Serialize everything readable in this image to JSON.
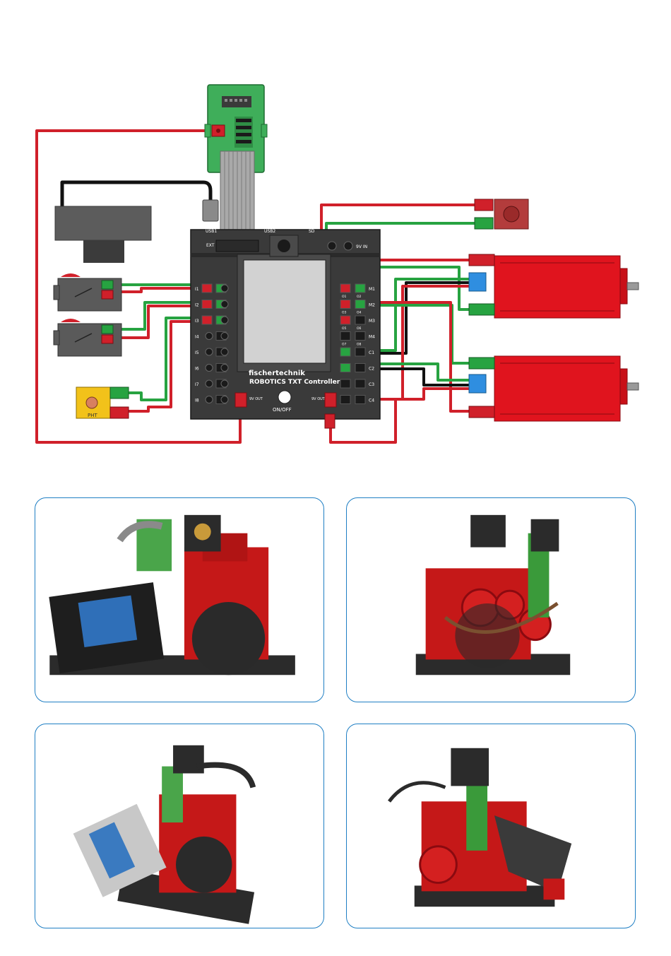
{
  "controller": {
    "brand": "fischertechnik",
    "model": "ROBOTICS TXT Controller",
    "on_off_label": "ON/OFF",
    "usb1_label": "USB1",
    "usb2_label": "USB2",
    "ext_label": "EXT",
    "sd_label": "SD",
    "power_in_label": "9V IN",
    "power_out_left_label": "9V OUT",
    "power_out_right_label": "9V OUT",
    "inputs_left": [
      "I1",
      "I2",
      "I3",
      "I4",
      "I5",
      "I6",
      "I7",
      "I8"
    ],
    "outputs_right": [
      [
        "O1",
        "O2",
        "M1"
      ],
      [
        "O3",
        "O4",
        "M2"
      ],
      [
        "O5",
        "O6",
        "M3"
      ],
      [
        "O7",
        "O8",
        "M4"
      ],
      [
        "C1"
      ],
      [
        "C2"
      ],
      [
        "C3"
      ],
      [
        "C4"
      ]
    ]
  },
  "components": {
    "extension_board": "I/O extension board",
    "camera": "USB camera",
    "switch_1": "push-button switch",
    "switch_2": "push-button switch",
    "phototransistor": "phototransistor",
    "phototransistor_label": "PHT",
    "lamp": "indicator lamp",
    "motor_1": "encoder motor",
    "motor_2": "encoder motor"
  },
  "colors": {
    "wire_red": "#d0202a",
    "wire_green": "#27a341",
    "wire_black": "#111111",
    "controller_body": "#3a3a3a",
    "motor_red": "#e0141e",
    "frame_blue": "#1f7fc4"
  },
  "photos": [
    {
      "id": "front-view"
    },
    {
      "id": "rear-view"
    },
    {
      "id": "side-view-left"
    },
    {
      "id": "side-view-right"
    }
  ]
}
